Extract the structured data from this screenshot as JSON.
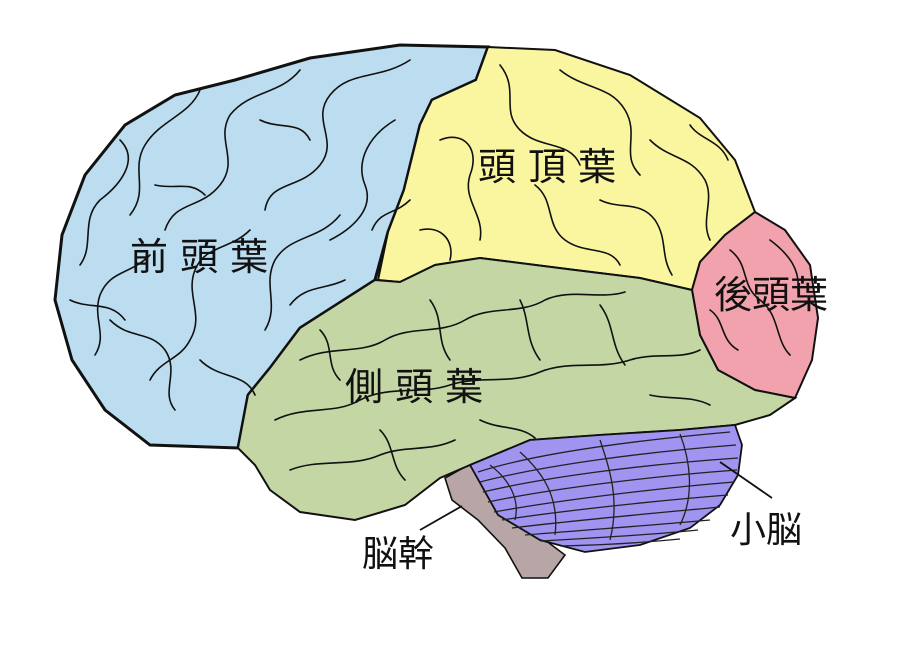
{
  "colors": {
    "frontal": "#bcdcf0",
    "parietal": "#faf6a0",
    "occipital": "#f2a2ac",
    "temporal": "#c4d6a4",
    "cerebellum": "#9f94ef",
    "brainstem": "#b8a6a6",
    "outline": "#111111",
    "background": "#ffffff"
  },
  "labels": {
    "frontal": "前 頭 葉",
    "parietal": "頭 頂 葉",
    "occipital": "後頭葉",
    "temporal": "側 頭 葉",
    "cerebellum": "小脳",
    "brainstem": "脳幹"
  }
}
